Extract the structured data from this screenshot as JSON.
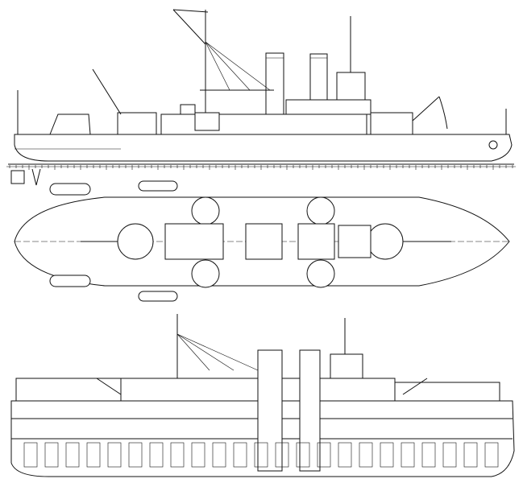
{
  "drawing": {
    "views": [
      "side-profile",
      "deck-plan",
      "longitudinal-section"
    ],
    "line_color": "#111111",
    "background": "#ffffff"
  }
}
